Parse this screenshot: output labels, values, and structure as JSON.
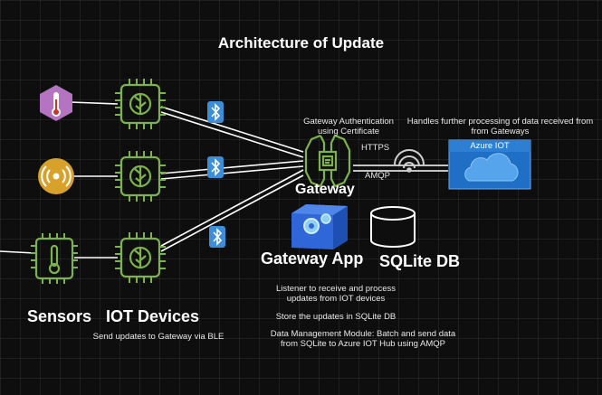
{
  "title": "Architecture of Update",
  "labels": {
    "sensors": "Sensors",
    "iot_devices": "IOT Devices",
    "gateway": "Gateway",
    "gateway_app": "Gateway App",
    "sqlite_db": "SQLite DB",
    "azure_iot": "Azure IOT"
  },
  "captions": {
    "ble": "Send updates to Gateway via BLE",
    "gateway_auth_1": "Gateway Authentication",
    "gateway_auth_2": "using Certificate",
    "https": "HTTPS",
    "amqp": "AMQP",
    "azure_desc_1": "Handles further processing of data received from",
    "azure_desc_2": "from Gateways",
    "listener_1": "Listener to receive and process",
    "listener_2": "updates from IOT devices",
    "store": "Store the updates in SQLite DB",
    "dm_1": "Data Management Module: Batch and send data",
    "dm_2": "from SQLite to Azure IOT Hub using AMQP"
  },
  "icons": {
    "sensor_1": "thermometer-icon",
    "sensor_2": "signal-broadcast-icon",
    "sensor_3": "thermometer-chip-icon",
    "iot_device": "chip-icon",
    "ble": "bluetooth-icon",
    "gateway": "gateway-icon",
    "wifi": "wifi-icon",
    "cloud": "cloud-icon",
    "gateway_app": "gear-cube-icon",
    "database": "database-icon"
  },
  "colors": {
    "background": "#0e0e0e",
    "chip_green": "#7db34a",
    "sensor_purple": "#b574c2",
    "sensor_orange": "#d8a12a",
    "bluetooth_blue": "#3d8ed8",
    "azure_blue": "#1f6fc6",
    "app_blue": "#2f67d8"
  }
}
